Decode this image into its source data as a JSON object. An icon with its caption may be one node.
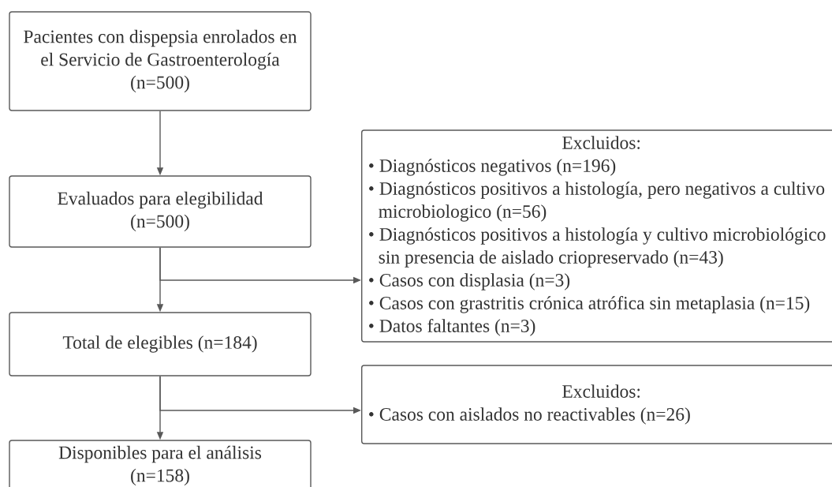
{
  "diagram": {
    "nodes": [
      {
        "text": [
          "Pacientes con dispepsia enrolados en el Servicio de Gastroenterología (n=500)"
        ]
      },
      {
        "text": [
          "Evaluados para elegibilidad (n=500)"
        ]
      },
      {
        "text": [
          "Total de elegibles (n=184)"
        ]
      },
      {
        "text": [
          "Disponibles para el análisis (n=158)"
        ]
      },
      {
        "text": [
          "Excluidos:",
          "• Diagnósticos negativos (n=196)",
          "• Diagnósticos positivos a histología, pero negativos a cultivo microbiologico (n=56)",
          "• Diagnósticos positivos a histología y cultivo microbiológico sin presencia de aislado criopreservado (n=43)",
          "• Casos con displasia (n=3)",
          "• Casos con grastritis crónica atrófica sin metaplasia (n=15)",
          "• Datos faltantes (n=3)"
        ]
      },
      {
        "text": [
          "Excluidos:",
          "• Casos con aislados no reactivables  (n=26)"
        ]
      }
    ],
    "edges": [
      {
        "from": 0,
        "to": 1,
        "arrow": "to"
      },
      {
        "from": 1,
        "to": 2,
        "arrow": "to"
      },
      {
        "from": 1,
        "to": 4,
        "arrow": "to"
      },
      {
        "from": 2,
        "to": 3,
        "arrow": "to"
      },
      {
        "from": 2,
        "to": 5,
        "arrow": "to"
      }
    ]
  }
}
